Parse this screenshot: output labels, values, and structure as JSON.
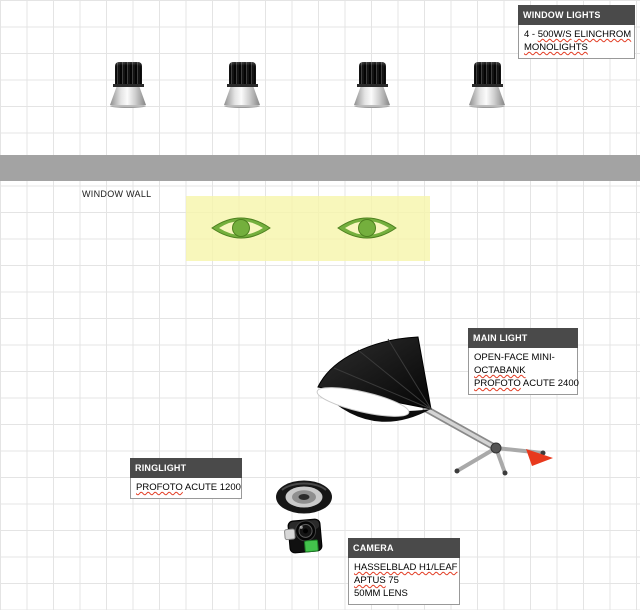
{
  "title": "Studio lighting setup diagram",
  "colors": {
    "grid": "#e4e4e4",
    "wall": "#a3a3a3",
    "zone": "#f7f5ac",
    "subject_green": "#74af3d",
    "subject_green_dark": "#4d801f",
    "subject_gap": "#f8f6bd",
    "header_bg": "#4a4a4a",
    "header_text": "#ffffff",
    "body_border": "#999999",
    "spellcheck": "#e23b22",
    "accent_red": "#e8391d",
    "camera_screen_green": "#43c24c"
  },
  "scene": {
    "window_wall_label": "WINDOW WALL",
    "monolight_count": 4,
    "subject_count": 2
  },
  "labels": {
    "window_lights": {
      "title": "WINDOW LIGHTS",
      "lines": [
        [
          {
            "t": "4 - "
          },
          {
            "t": "500W/S",
            "sp": true
          },
          {
            "t": " "
          },
          {
            "t": "ELINCHROM",
            "sp": true
          }
        ],
        [
          {
            "t": "MONOLIGHTS",
            "sp": true
          }
        ]
      ]
    },
    "main_light": {
      "title": "MAIN LIGHT",
      "lines": [
        [
          {
            "t": "OPEN-FACE MINI-"
          }
        ],
        [
          {
            "t": "OCTABANK",
            "sp": true
          }
        ],
        [
          {
            "t": "PROFOTO",
            "sp": true
          },
          {
            "t": " ACUTE 2400"
          }
        ]
      ]
    },
    "ringlight": {
      "title": "RINGLIGHT",
      "lines": [
        [
          {
            "t": "PROFOTO",
            "sp": true
          },
          {
            "t": " ACUTE 1200"
          }
        ]
      ]
    },
    "camera": {
      "title": "CAMERA",
      "lines": [
        [
          {
            "t": "HASSELBLAD H1/LEAF",
            "sp": true
          }
        ],
        [
          {
            "t": "APTUS",
            "sp": true
          },
          {
            "t": " 75"
          }
        ],
        [
          {
            "t": "50MM LENS"
          }
        ]
      ]
    }
  },
  "icons": {
    "monolight": "strobe monolight with silver reflector",
    "subject": "green subject marker",
    "octabank": "octabank softbox on boom stand with red flag",
    "ringlight": "ring flash seen from above",
    "camera": "medium-format camera with digital back"
  }
}
